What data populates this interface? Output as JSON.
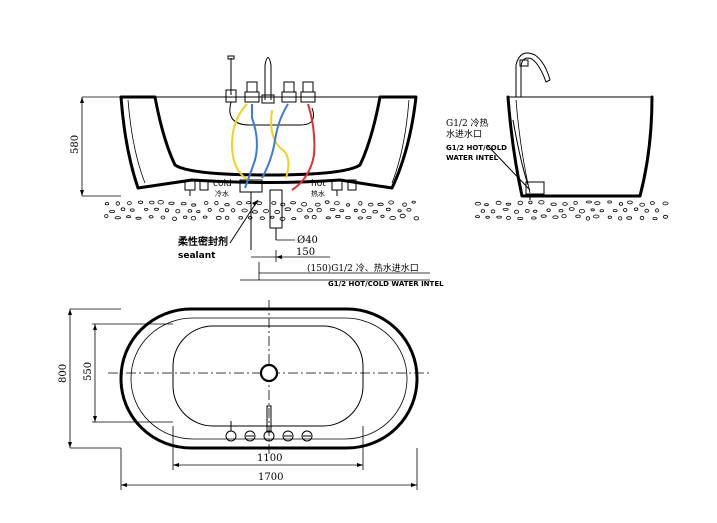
{
  "front_view": {
    "height_dim": "580",
    "cold_label": "cold",
    "cold_label_cn": "冷水",
    "hot_label": "hot",
    "hot_label_cn": "热水",
    "pipe_diameter": "Ø40",
    "offset_dim": "150",
    "sealant_cn": "柔性密封剂",
    "sealant_en": "sealant",
    "inlet_cn": "(150)G1/2 冷、热水进水口",
    "inlet_en": "G1/2 HOT/COLD WATER INTEL"
  },
  "side_view": {
    "inlet_cn_line1": "G1/2 冷热",
    "inlet_cn_line2": "水进水口",
    "inlet_en_line1": "G1/2 HOT/COLD",
    "inlet_en_line2": "WATER INTEL"
  },
  "top_view": {
    "width_outer": "800",
    "width_inner": "550",
    "length_inner": "1100",
    "length_outer": "1700"
  },
  "colors": {
    "line": "#000000",
    "cold_pipe": "#3a7bd5",
    "hot_pipe": "#e0302a",
    "mixed_pipe": "#f2d21b"
  }
}
